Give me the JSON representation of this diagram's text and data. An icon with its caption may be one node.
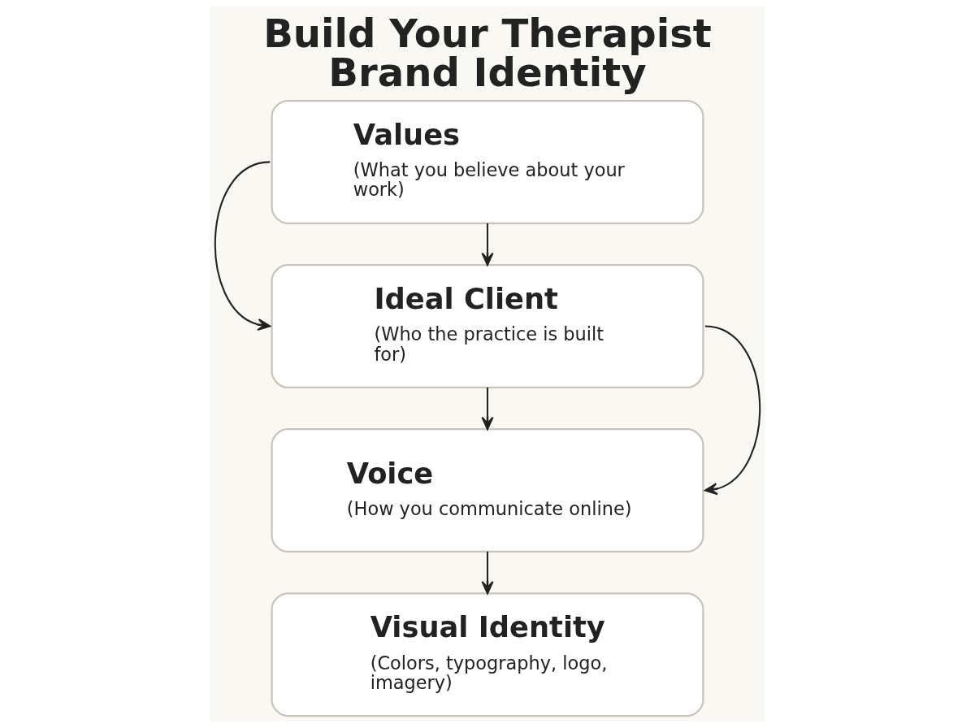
{
  "diagram": {
    "title": "Build Your Therapist Brand Identity",
    "nodes": [
      {
        "text": [
          "Values",
          "(What you believe about your work)"
        ]
      },
      {
        "text": [
          "Ideal Client",
          "(Who the practice is built for)"
        ]
      },
      {
        "text": [
          "Voice",
          "(How you communicate online)"
        ]
      },
      {
        "text": [
          "Visual Identity",
          "(Colors, typography, logo, imagery)"
        ]
      }
    ],
    "edges": [
      {
        "from": 0,
        "to": 1,
        "arrow": "to"
      },
      {
        "from": 1,
        "to": 2,
        "arrow": "to"
      },
      {
        "from": 2,
        "to": 3,
        "arrow": "to"
      },
      {
        "from": 0,
        "to": 1,
        "arrow": "to"
      },
      {
        "from": 1,
        "to": 2,
        "arrow": "to"
      }
    ]
  }
}
